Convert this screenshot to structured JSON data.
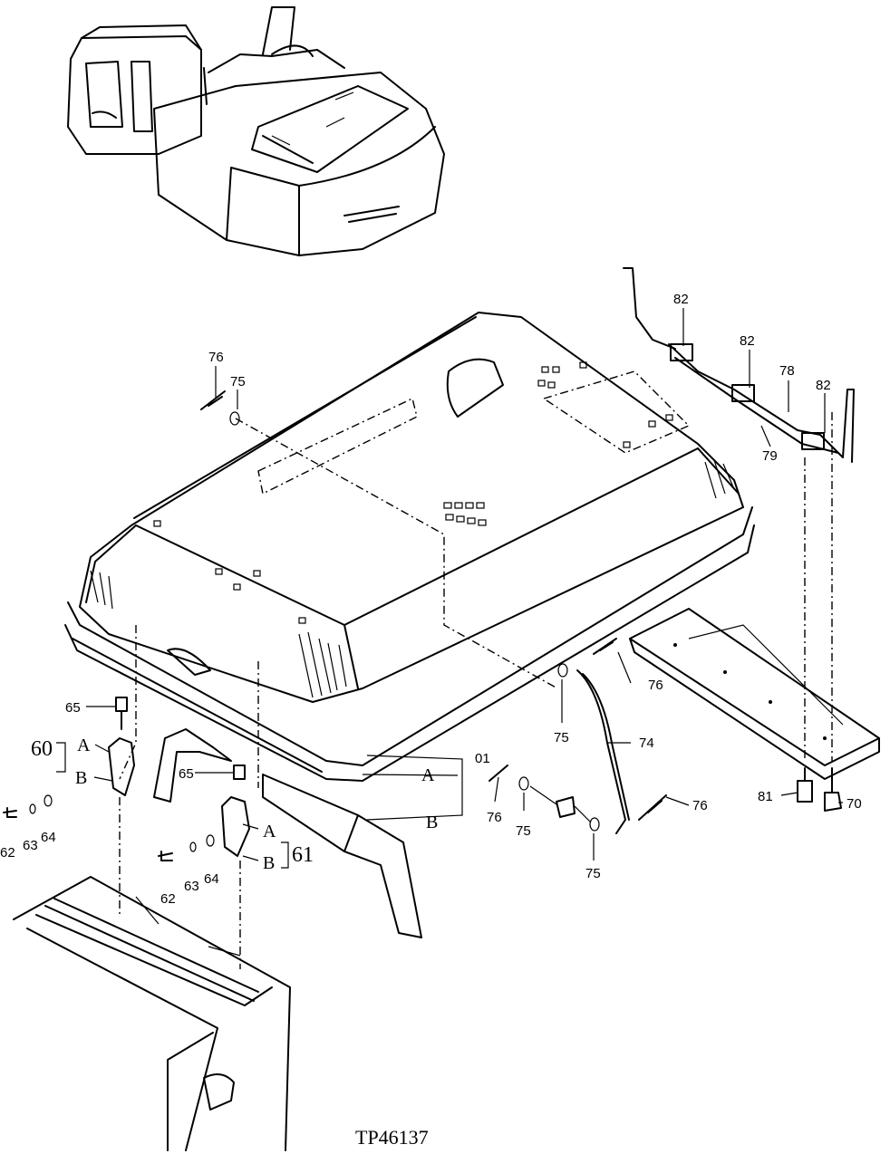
{
  "figure_id": "TP46137",
  "callouts": {
    "c01": "01",
    "c60": "60",
    "c61": "61",
    "c62a": "62",
    "c62b": "62",
    "c63a": "63",
    "c63b": "63",
    "c64a": "64",
    "c64b": "64",
    "c65a": "65",
    "c65b": "65",
    "c70": "70",
    "c74": "74",
    "c75a": "75",
    "c75b": "75",
    "c75c": "75",
    "c75d": "75",
    "c76a": "76",
    "c76b": "76",
    "c76c": "76",
    "c76d": "76",
    "c78": "78",
    "c79": "79",
    "c81": "81",
    "c82a": "82",
    "c82b": "82",
    "c82c": "82"
  },
  "letters": {
    "a1": "A",
    "a2": "A",
    "a3": "A",
    "b1": "B",
    "b2": "B",
    "b3": "B"
  }
}
